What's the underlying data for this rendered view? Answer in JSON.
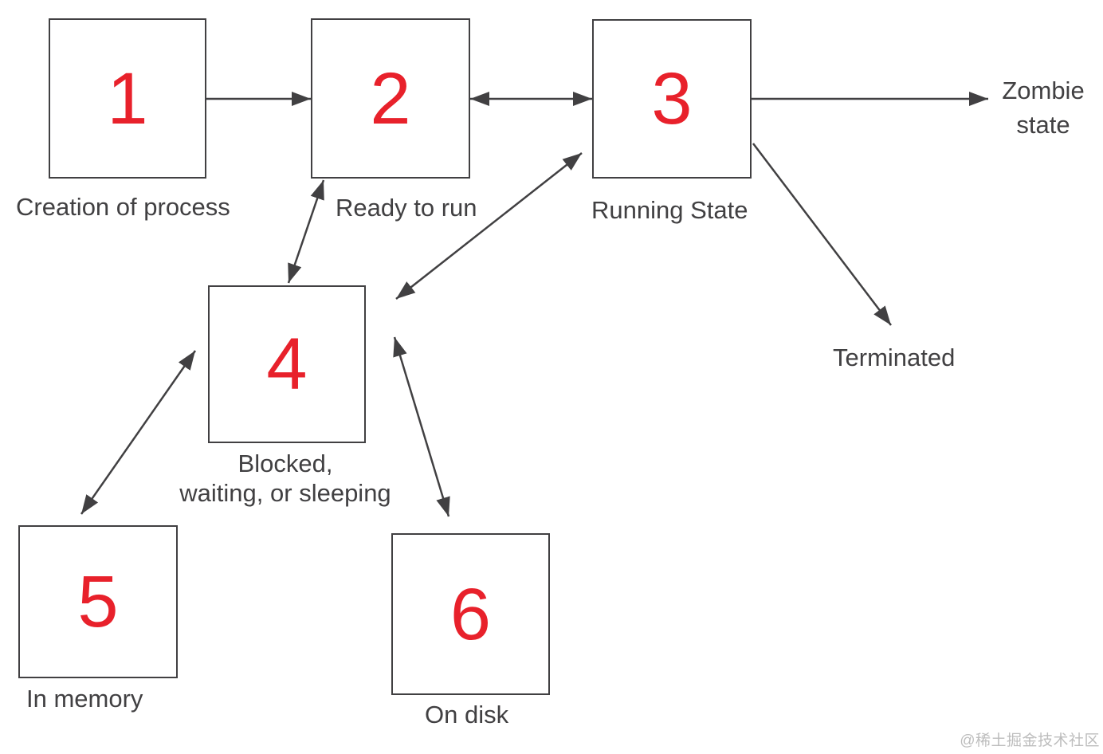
{
  "diagram": {
    "type": "state-diagram",
    "nodes": [
      {
        "id": "1",
        "number": "1",
        "label_lines": [
          "Creation of process"
        ]
      },
      {
        "id": "2",
        "number": "2",
        "label_lines": [
          "Ready to run"
        ]
      },
      {
        "id": "3",
        "number": "3",
        "label_lines": [
          "Running State"
        ]
      },
      {
        "id": "4",
        "number": "4",
        "label_lines": [
          "Blocked,",
          "waiting, or sleeping"
        ]
      },
      {
        "id": "5",
        "number": "5",
        "label_lines": [
          "In memory"
        ]
      },
      {
        "id": "6",
        "number": "6",
        "label_lines": [
          "On disk"
        ]
      }
    ],
    "terminal_labels": [
      {
        "id": "zombie",
        "lines": [
          "Zombie",
          "state"
        ]
      },
      {
        "id": "terminated",
        "lines": [
          "Terminated"
        ]
      }
    ],
    "edges": [
      {
        "from": "1",
        "to": "2",
        "bidirectional": false
      },
      {
        "from": "2",
        "to": "3",
        "bidirectional": true
      },
      {
        "from": "3",
        "to": "zombie",
        "bidirectional": false
      },
      {
        "from": "3",
        "to": "terminated",
        "bidirectional": false
      },
      {
        "from": "2",
        "to": "4",
        "bidirectional": true
      },
      {
        "from": "3",
        "to": "4",
        "bidirectional": true
      },
      {
        "from": "4",
        "to": "5",
        "bidirectional": true
      },
      {
        "from": "4",
        "to": "6",
        "bidirectional": true
      }
    ],
    "colors": {
      "number": "#e8212b",
      "line": "#414042",
      "text": "#414042",
      "watermark": "#bdbdbd",
      "background": "#ffffff"
    }
  },
  "watermark": {
    "text": "@稀土掘金技术社区"
  }
}
